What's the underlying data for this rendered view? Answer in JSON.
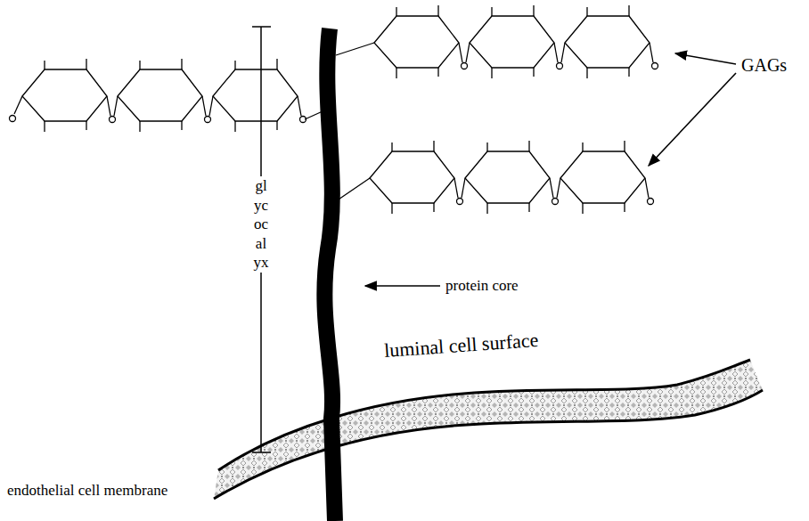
{
  "diagram": {
    "labels": [
      "GAGs",
      "protein core",
      "luminal cell surface",
      "glycocalyx",
      "endothelial cell membrane"
    ]
  }
}
